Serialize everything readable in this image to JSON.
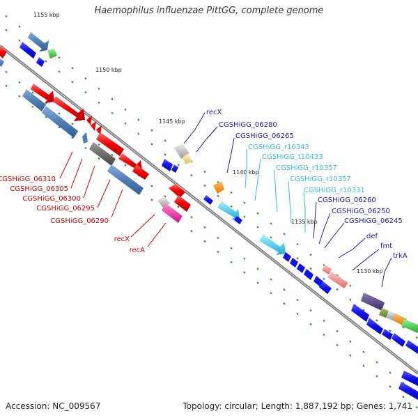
{
  "title": "Haemophilus influenzae PittGG, complete genome",
  "footer": {
    "accession": "Accession: NC_009567",
    "topology": "Topology: circular; Length: 1,887,192 bp; Genes: 1,741"
  },
  "colors": {
    "backbone": "#808080",
    "label_red": "#cc0000",
    "label_blue": "#1a1aa8",
    "label_cyan": "#33bbdd",
    "tick": "#2e8b2e"
  },
  "ruler": [
    {
      "label": "1155 kbp"
    },
    {
      "label": "1150 kbp"
    },
    {
      "label": "1145 kbp"
    },
    {
      "label": "1140 kbp"
    },
    {
      "label": "1135 kbp"
    },
    {
      "label": "1130 kbp"
    }
  ],
  "labels_left": [
    "CGSHiGG_06310",
    "CGSHiGG_06305",
    "CGSHiGG_06300",
    "CGSHiGG_06295",
    "CGSHiGG_06290",
    "recX",
    "recA"
  ],
  "labels_right": [
    "recX",
    "CGSHiGG_06280",
    "CGSHiGG_06265",
    "CGSHiGG_r10343",
    "CGSHiGG_t10433",
    "CGSHiGG_r10357",
    "CGSHiGG_r10357",
    "CGSHiGG_r10331",
    "CGSHiGG_06260",
    "CGSHiGG_06250",
    "CGSHiGG_06245",
    "def",
    "fmt",
    "trkA"
  ],
  "label_color_keys": {
    "left": [
      "label_red",
      "label_red",
      "label_red",
      "label_red",
      "label_red",
      "label_red",
      "label_red"
    ],
    "right": [
      "label_blue",
      "label_blue",
      "label_blue",
      "label_cyan",
      "label_cyan",
      "label_cyan",
      "label_cyan",
      "label_cyan",
      "label_blue",
      "label_blue",
      "label_blue",
      "label_blue",
      "label_blue",
      "label_blue"
    ]
  }
}
